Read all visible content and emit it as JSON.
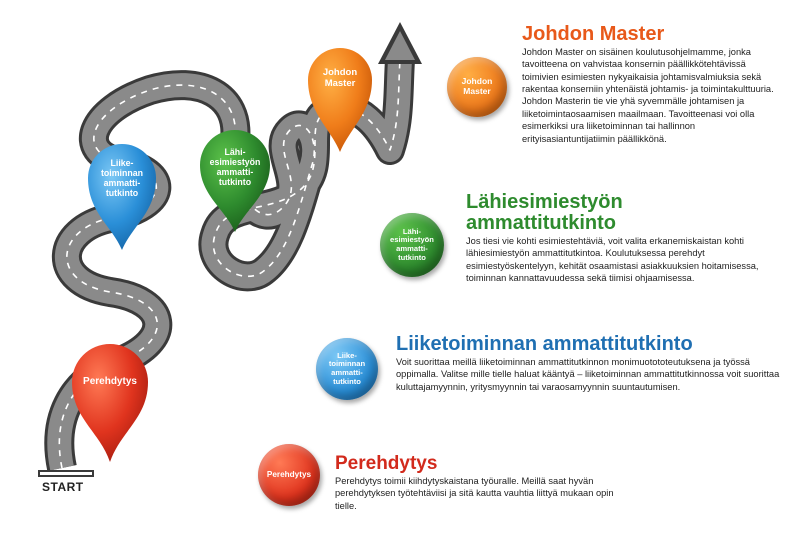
{
  "road": {
    "start_label": "START"
  },
  "colors": {
    "orange": "#ee7a1c",
    "green": "#2e8b2e",
    "blue": "#2a8fd8",
    "red": "#e0341e",
    "title_orange": "#e8591a",
    "title_green": "#2e8b2e",
    "title_blue": "#1f6fb2",
    "title_red": "#d22a1c"
  },
  "pins": [
    {
      "id": "johdon",
      "label": "Johdon Master"
    },
    {
      "id": "lahi",
      "label": "Lähi-esimiestyön ammatti-tutkinto",
      "lines": [
        "Lähi-",
        "esimiestyön",
        "ammatti-",
        "tutkinto"
      ]
    },
    {
      "id": "liike",
      "label": "Liike-toiminnan ammatti-tutkinto",
      "lines": [
        "Liike-",
        "toiminnan",
        "ammatti-",
        "tutkinto"
      ]
    },
    {
      "id": "pere",
      "label": "Perehdytys"
    }
  ],
  "sections": {
    "johdon": {
      "badge_lines": [
        "Johdon",
        "Master"
      ],
      "title": "Johdon Master",
      "text": "Johdon Master on sisäinen koulutusohjelmamme, jonka tavoitteena on vahvistaa konsernin päällikkötehtävissä toimivien esimiesten nykyaikaisia johtamisvalmiuksia sekä rakentaa konserniin yhtenäistä johtamis- ja toimintakulttuuria. Johdon Masterin tie vie yhä syvemmälle johtamisen ja liiketoimintaosaamisen maailmaan. Tavoitteenasi voi olla esimerkiksi ura liiketoiminnan tai hallinnon erityisasiantuntijatiimin päällikkönä."
    },
    "lahi": {
      "badge_lines": [
        "Lähi-",
        "esimiestyön",
        "ammatti-",
        "tutkinto"
      ],
      "title_lines": [
        "Lähiesimiestyön",
        "ammattitutkinto"
      ],
      "text": "Jos tiesi vie kohti esimiestehtäviä, voit valita erkanemiskaistan kohti lähiesimiestyön ammattitutkintoa. Koulutuksessa perehdyt esimiestyöskentelyyn, kehität osaamistasi asiakkuuksien hoitamisessa, toiminnan kannattavuudessa sekä tiimisi ohjaamisessa."
    },
    "liike": {
      "badge_lines": [
        "Liike-",
        "toiminnan",
        "ammatti-",
        "tutkinto"
      ],
      "title": "Liiketoiminnan ammattitutkinto",
      "text": "Voit suorittaa meillä liiketoiminnan ammattitutkinnon monimuotototeutuksena ja työssä oppimalla. Valitse mille tielle haluat kääntyä – liiketoiminnan ammattitutkinnossa voit suorittaa kuluttajamyynnin, yritysmyynnin tai varaosamyynnin suuntautumisen."
    },
    "pere": {
      "badge_lines": [
        "Perehdytys"
      ],
      "title": "Perehdytys",
      "text": "Perehdytys toimii kiihdytyskaistana työuralle. Meillä saat hyvän perehdytyksen työtehtäviisi ja sitä kautta vauhtia liittyä mukaan opin tielle."
    }
  }
}
